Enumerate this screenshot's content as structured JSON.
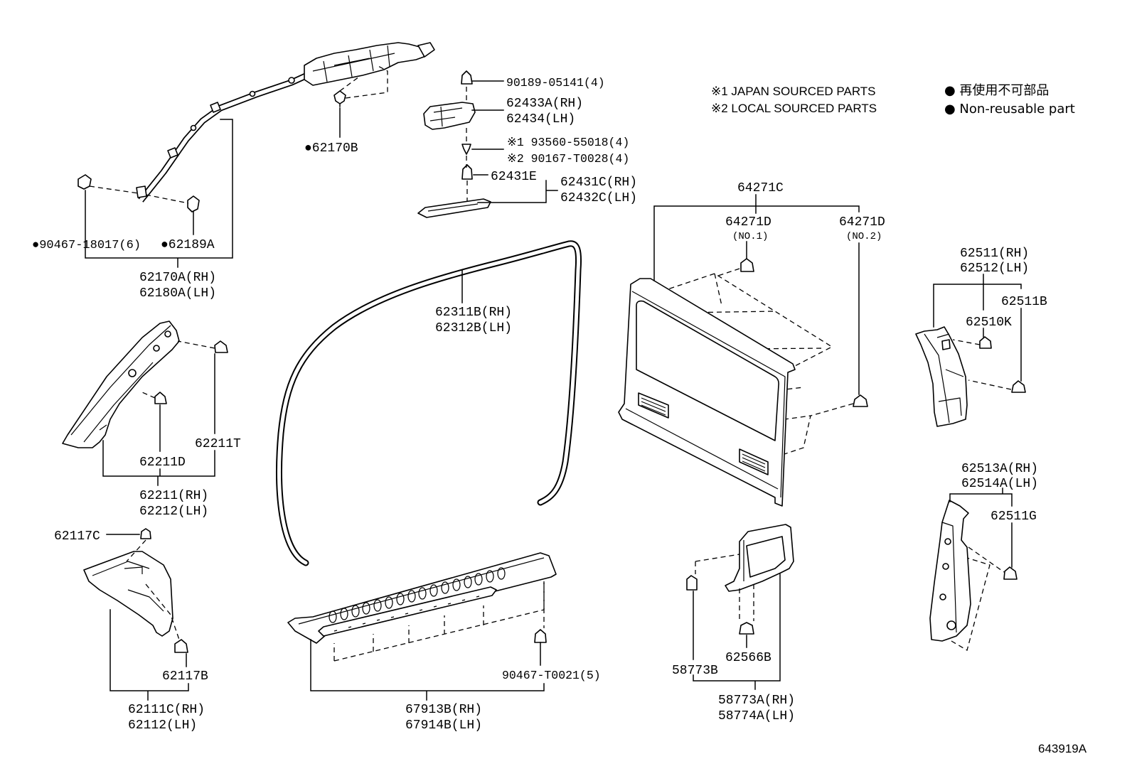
{
  "figure_id": "643919A",
  "legend": {
    "note_1": "※1 JAPAN SOURCED PARTS",
    "note_2": "※2 LOCAL SOURCED PARTS",
    "non_reusable_jp": "● 再使用不可部品",
    "non_reusable_en": "● Non-reusable part"
  },
  "parts": {
    "airbag": {
      "bolt": "●62170B",
      "clip": "●90467-18017(6)",
      "bracket": "●62189A",
      "rh": "62170A(RH)",
      "lh": "62180A(LH)"
    },
    "grip_bracket": {
      "clip": "90189-05141(4)",
      "rh": "62433A(RH)",
      "lh": "62434(LH)",
      "screw_1": "※1 93560-55018(4)",
      "screw_2": "※2 90167-T0028(4)",
      "cover_clip": "62431E",
      "cover_rh": "62431C(RH)",
      "cover_lh": "62432C(LH)"
    },
    "weatherstrip": {
      "rh": "62311B(RH)",
      "lh": "62312B(LH)"
    },
    "back_panel": {
      "assy": "64271C",
      "fastener_1": "64271D",
      "fastener_1_note": "(NO.1)",
      "fastener_2": "64271D",
      "fastener_2_note": "(NO.2)"
    },
    "upper_garnish": {
      "rh": "62511(RH)",
      "lh": "62512(LH)",
      "clip_b": "62511B",
      "clip_k": "62510K"
    },
    "pillar_garnish": {
      "clip_t": "62211T",
      "clip_d": "62211D",
      "rh": "62211(RH)",
      "lh": "62212(LH)"
    },
    "lower_garnish": {
      "rh": "62513A(RH)",
      "lh": "62514A(LH)",
      "clip_g": "62511G"
    },
    "cowl_trim": {
      "clip_c": "62117C",
      "clip_b": "62117B",
      "rh": "62111C(RH)",
      "lh": "62112(LH)"
    },
    "scuff_plate": {
      "screw": "90467-T0021(5)",
      "rh": "67913B(RH)",
      "lh": "67914B(LH)"
    },
    "quarter_trim": {
      "clip_b": "62566B",
      "clip_58773B": "58773B",
      "rh": "58773A(RH)",
      "lh": "58774A(LH)"
    }
  }
}
